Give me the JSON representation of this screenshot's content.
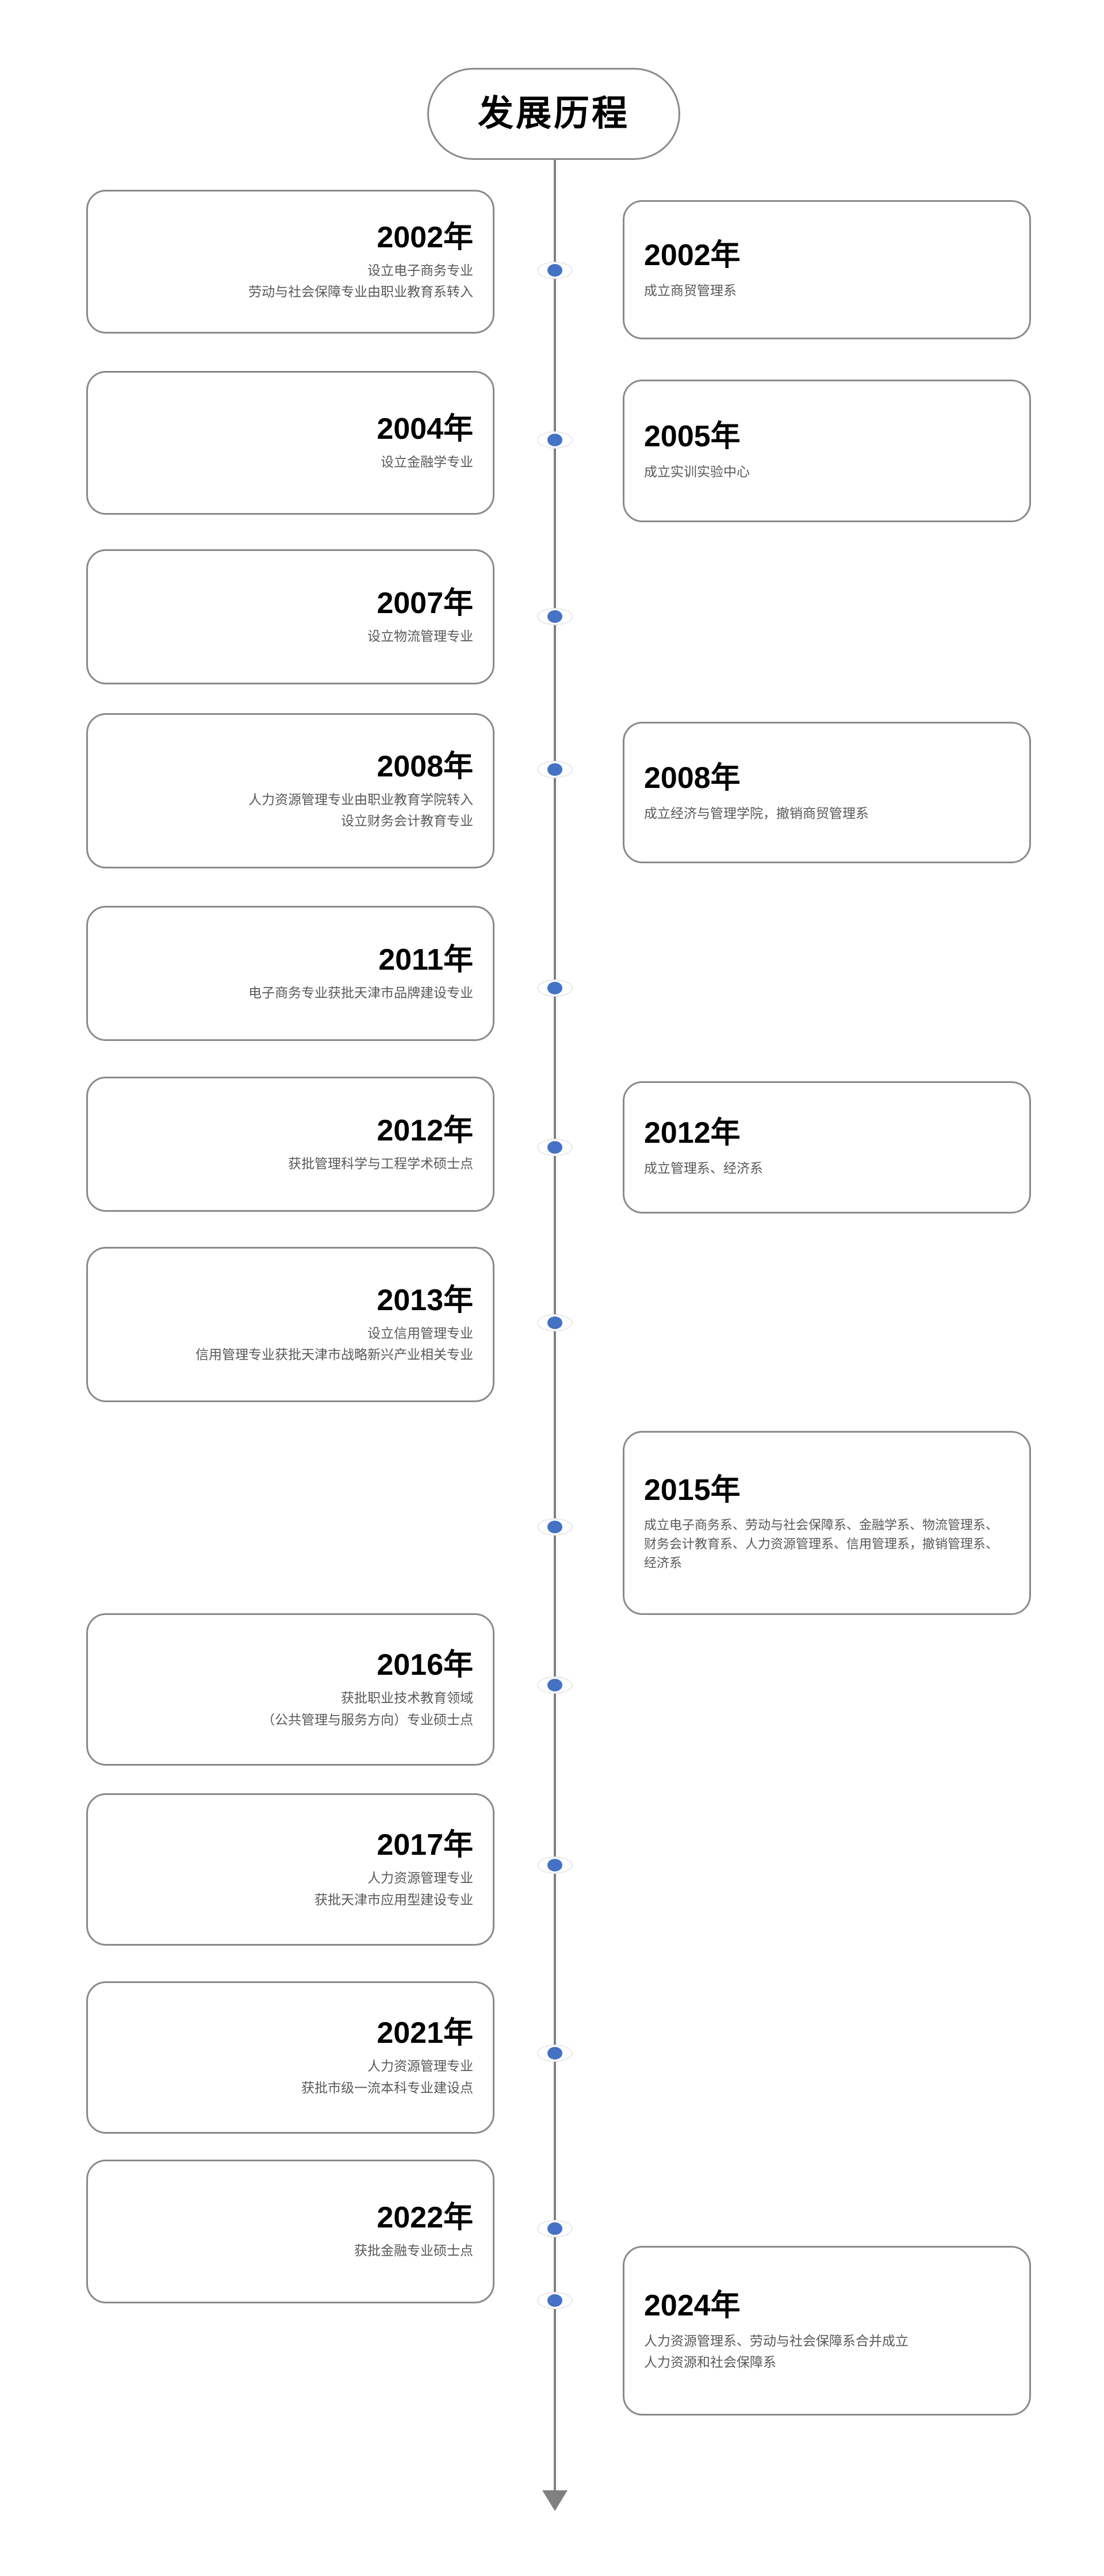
{
  "header": {
    "title": "发展历程"
  },
  "timeline": {
    "accent_color": "#4472c4",
    "line_color": "#808080",
    "card_border_color": "#8a8a8a",
    "year_color": "#000000",
    "desc_color": "#595959",
    "arrow_icon": "down-arrow-icon"
  },
  "events": [
    {
      "side": "left",
      "year": "2002年",
      "desc_lines": [
        "设立电子商务专业",
        "劳动与社会保障专业由职业教育系转入"
      ]
    },
    {
      "side": "right",
      "year": "2002年",
      "desc_lines": [
        "成立商贸管理系"
      ]
    },
    {
      "side": "left",
      "year": "2004年",
      "desc_lines": [
        "设立金融学专业"
      ]
    },
    {
      "side": "right",
      "year": "2005年",
      "desc_lines": [
        "成立实训实验中心"
      ]
    },
    {
      "side": "left",
      "year": "2007年",
      "desc_lines": [
        "设立物流管理专业"
      ]
    },
    {
      "side": "left",
      "year": "2008年",
      "desc_lines": [
        "人力资源管理专业由职业教育学院转入",
        "设立财务会计教育专业"
      ]
    },
    {
      "side": "right",
      "year": "2008年",
      "desc_lines": [
        "成立经济与管理学院，撤销商贸管理系"
      ]
    },
    {
      "side": "left",
      "year": "2011年",
      "desc_lines": [
        "电子商务专业获批天津市品牌建设专业"
      ]
    },
    {
      "side": "left",
      "year": "2012年",
      "desc_lines": [
        "获批管理科学与工程学术硕士点"
      ]
    },
    {
      "side": "right",
      "year": "2012年",
      "desc_lines": [
        "成立管理系、经济系"
      ]
    },
    {
      "side": "left",
      "year": "2013年",
      "desc_lines": [
        "设立信用管理专业",
        "信用管理专业获批天津市战略新兴产业相关专业"
      ]
    },
    {
      "side": "right",
      "year": "2015年",
      "desc_lines": [
        "成立电子商务系、劳动与社会保障系、金融学系、物流管理系、财务会计教育系、人力资源管理系、信用管理系，撤销管理系、经济系"
      ]
    },
    {
      "side": "left",
      "year": "2016年",
      "desc_lines": [
        "获批职业技术教育领域",
        "（公共管理与服务方向）专业硕士点"
      ]
    },
    {
      "side": "left",
      "year": "2017年",
      "desc_lines": [
        "人力资源管理专业",
        "获批天津市应用型建设专业"
      ]
    },
    {
      "side": "left",
      "year": "2021年",
      "desc_lines": [
        "人力资源管理专业",
        "获批市级一流本科专业建设点"
      ]
    },
    {
      "side": "left",
      "year": "2022年",
      "desc_lines": [
        "获批金融专业硕士点"
      ]
    },
    {
      "side": "right",
      "year": "2024年",
      "desc_lines": [
        "人力资源管理系、劳动与社会保障系合并成立",
        "人力资源和社会保障系"
      ]
    }
  ]
}
